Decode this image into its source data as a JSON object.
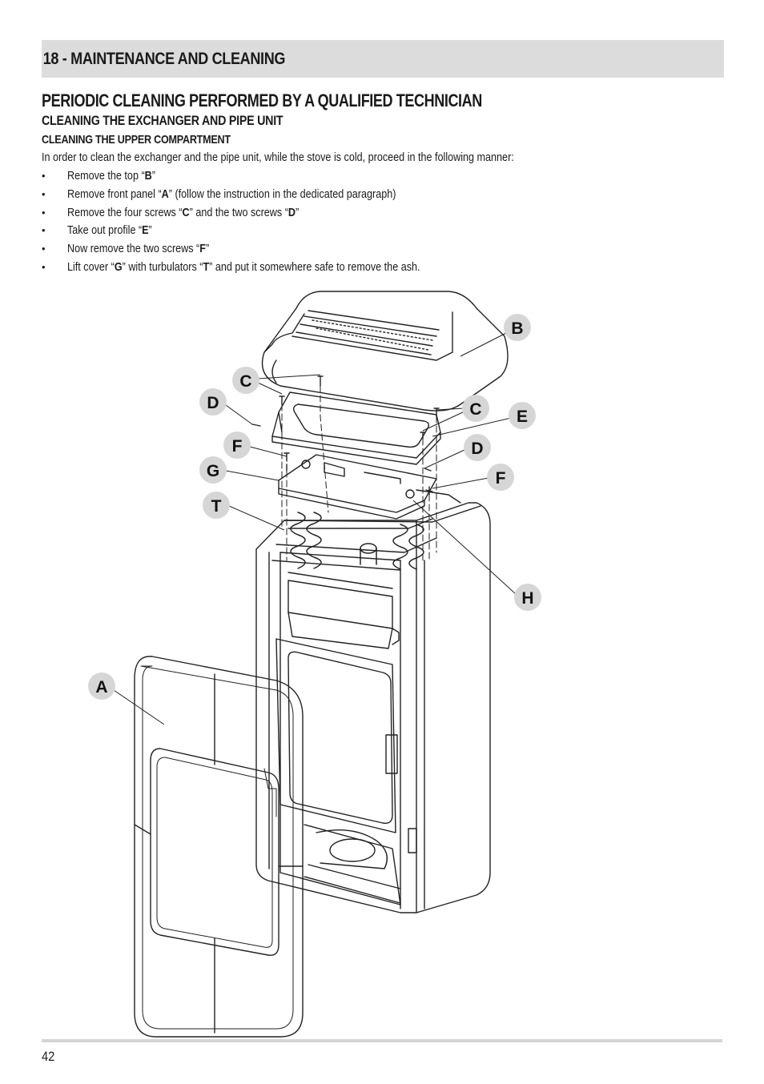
{
  "section": {
    "title": "18 - MAINTENANCE AND CLEANING"
  },
  "heading1": "PERIODIC CLEANING PERFORMED BY A QUALIFIED TECHNICIAN",
  "heading2": "CLEANING THE EXCHANGER AND PIPE UNIT",
  "heading3": "CLEANING THE UPPER COMPARTMENT",
  "intro": "In order to clean the exchanger and the pipe unit, while the stove is cold, proceed in the following manner:",
  "bullet": "•",
  "steps": [
    {
      "a": "Remove the top “",
      "b": "B",
      "c": "”"
    },
    {
      "a": "Remove front panel “",
      "b": "A",
      "c": "” (follow the instruction in the dedicated paragraph)"
    },
    {
      "a": "Remove the four screws “",
      "b": "C",
      "c": "” and the two screws “",
      "d": "D",
      "e": "”"
    },
    {
      "a": "Take out profile “",
      "b": "E",
      "c": "”"
    },
    {
      "a": "Now remove the two screws “",
      "b": "F",
      "c": "”"
    },
    {
      "a": "Lift cover “",
      "b": "G",
      "c": "” with turbulators “",
      "d": "T",
      "e": "” and put it somewhere safe to remove the ash."
    }
  ],
  "callouts": {
    "B": "B",
    "C1": "C",
    "C2": "C",
    "D1": "D",
    "D2": "D",
    "E": "E",
    "F1": "F",
    "F2": "F",
    "G": "G",
    "T": "T",
    "H": "H",
    "A": "A"
  },
  "page_number": "42"
}
